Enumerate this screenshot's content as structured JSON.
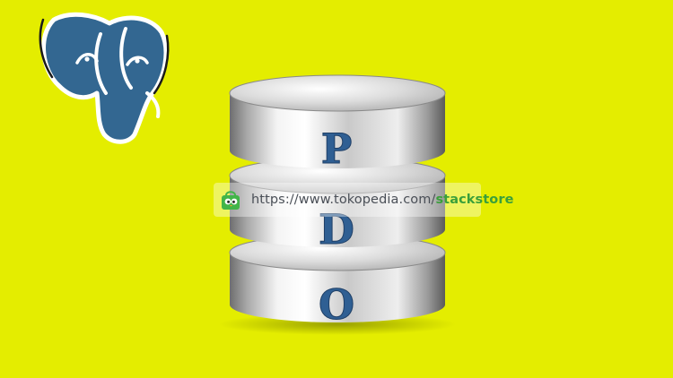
{
  "db_letters": [
    "P",
    "D",
    "O"
  ],
  "watermark": {
    "url_base": "https://www.tokopedia.com/",
    "url_handle": "stackstore"
  },
  "colors": {
    "background": "#e4ed00",
    "elephant_blue": "#336791",
    "letter_blue": "#2f5f93",
    "watermark_green": "#42b549"
  },
  "icons": {
    "logo": "postgresql-elephant-icon",
    "database": "database-cylinder-icon",
    "watermark": "shopping-bag-icon"
  }
}
